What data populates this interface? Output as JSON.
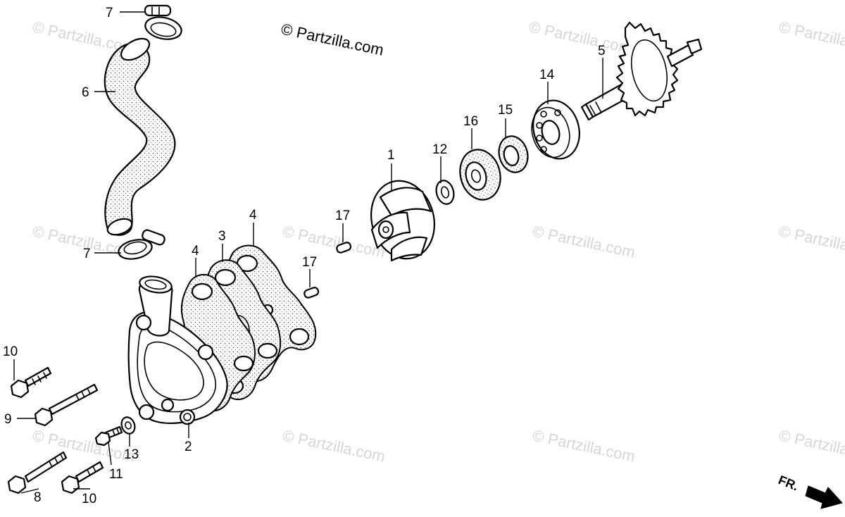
{
  "copyright": "© Partzilla.com",
  "watermark": "© Partzilla.com",
  "direction_label": "FR.",
  "callouts": {
    "impeller": "1",
    "pump_cover": "2",
    "cover_gasket": "3",
    "gasket_front": "4",
    "gasket_rear": "4",
    "pump_shaft": "5",
    "water_hose": "6",
    "hose_clamp_top": "7",
    "hose_clamp_bottom": "7",
    "flange_bolt_long": "8",
    "flange_bolt_mid": "9",
    "flange_bolt_short_top": "10",
    "flange_bolt_short_bottom": "10",
    "drain_bolt": "11",
    "washer_12": "12",
    "sealing_washer": "13",
    "bearing_14": "14",
    "oil_seal_15": "15",
    "water_seal_16": "16",
    "dowel_pin_a": "17",
    "dowel_pin_b": "17"
  }
}
